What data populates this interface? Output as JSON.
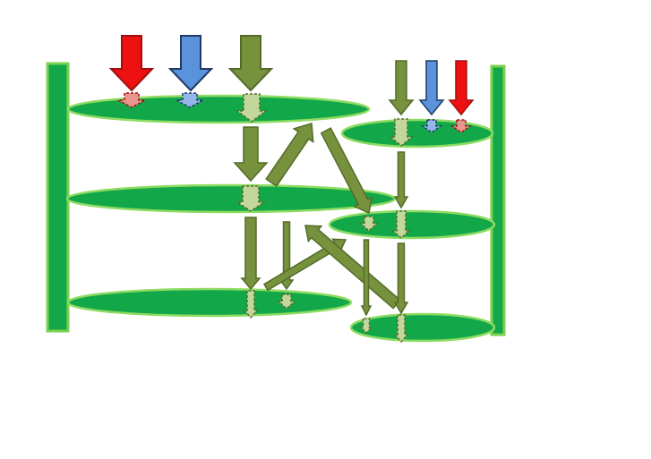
{
  "diagram": {
    "kind": "two-tree canopy layer flow diagram",
    "texts": [],
    "colors": {
      "background": "#ffffff",
      "trunk_fill": "#12a84a",
      "trunk_stroke": "#7ad24e",
      "layer_fill": "#12a84a",
      "layer_stroke": "#8edb62",
      "flow_fill": "#77923c",
      "flow_stroke": "#556b2a",
      "flow_light": "#c3d69b",
      "red_fill": "#ee1111",
      "red_stroke": "#a01010",
      "red_light": "#e8958f",
      "blue_fill": "#5a93dc",
      "blue_stroke": "#1f3b66",
      "blue_light": "#95b6e8"
    },
    "icons": [
      "red-input-arrow",
      "blue-input-arrow",
      "green-input-arrow",
      "dashed-absorption-arrow",
      "transfer-arrow"
    ]
  }
}
